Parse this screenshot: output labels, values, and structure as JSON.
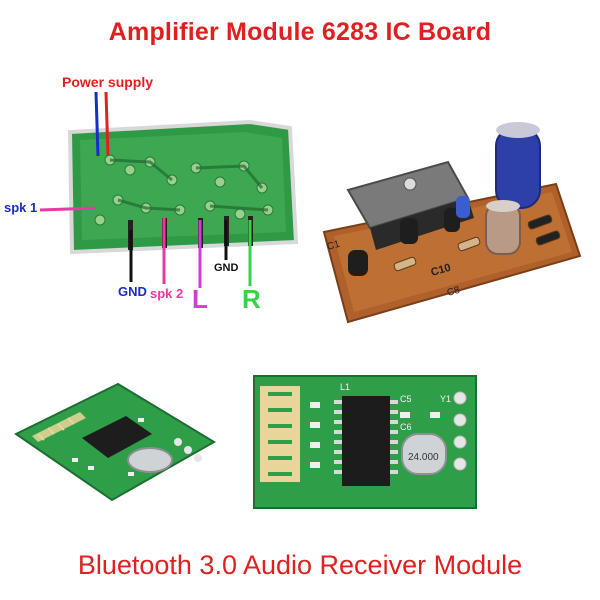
{
  "header": {
    "title": "Amplifier Module 6283 IC Board"
  },
  "footer": {
    "title": "Bluetooth 3.0 Audio Receiver Module"
  },
  "wiring": {
    "power_supply": "Power supply",
    "spk1": "spk 1",
    "gnd_left": "GND",
    "spk2": "spk 2",
    "left": "L",
    "gnd_right": "GND",
    "right": "R"
  },
  "silkscreen": {
    "c10": "C10",
    "c8": "C8",
    "c1": "C1",
    "l1": "L1",
    "c5": "C5",
    "c6": "C6",
    "y1": "Y1",
    "crystal": "24.000"
  },
  "colors": {
    "title": "#e02020",
    "power_wire_red": "#e02020",
    "power_wire_blue": "#1a2cc8",
    "spk_wire": "#e83aa4",
    "gnd_wire": "#111111",
    "left_wire": "#d33ad8",
    "right_wire": "#38d24a",
    "pcb_green": "#2f9a46",
    "pcb_brown": "#b0602a"
  }
}
